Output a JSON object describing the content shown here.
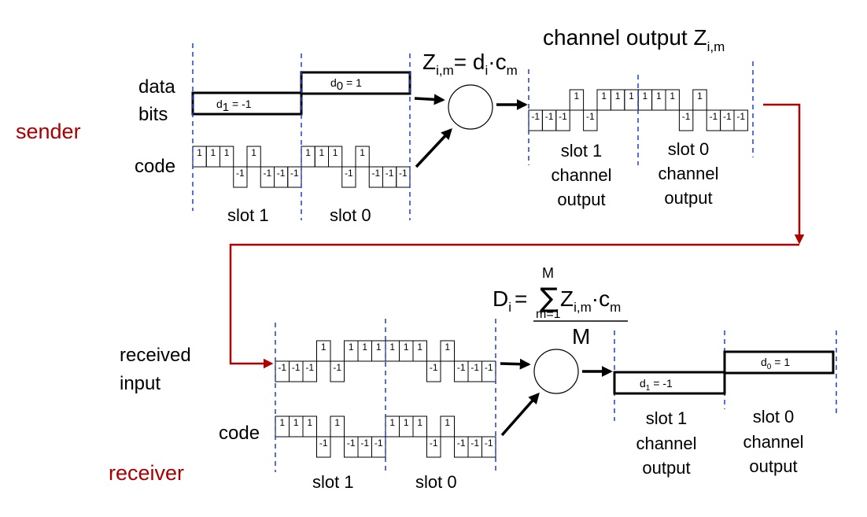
{
  "labels": {
    "sender": "sender",
    "receiver": "receiver",
    "data": "data",
    "bits": "bits",
    "code": "code",
    "received": "received",
    "input": "input",
    "slot1": "slot 1",
    "slot0": "slot 0",
    "channel_output_title": "channel output Z",
    "channel_output_sub": "i,m",
    "out_slot1": [
      "slot 1",
      "channel",
      "output"
    ],
    "out_slot0": [
      "slot 0",
      "channel",
      "output"
    ]
  },
  "formulas": {
    "encode": {
      "lhs": "Z",
      "lhs_sub": "i,m",
      "eq": "= d",
      "d_sub": "i",
      "dot": "·",
      "c": "c",
      "c_sub": "m"
    },
    "decode": {
      "lhs": "D",
      "lhs_sub": "i",
      "eq": "=",
      "sigma": "∑",
      "upper": "M",
      "lower": "m=1",
      "z": "Z",
      "z_sub": "i,m",
      "dot": "·",
      "c": "c",
      "c_sub": "m",
      "denominator": "M"
    }
  },
  "data_bits": {
    "d1": {
      "name": "d",
      "sub": "1",
      "text": " = -1",
      "value": -1
    },
    "d0": {
      "name": "d",
      "sub": "0",
      "text": " = 1",
      "value": 1
    }
  },
  "code": {
    "slot1": [
      1,
      1,
      1,
      -1,
      1,
      -1,
      -1,
      -1
    ],
    "slot0": [
      1,
      1,
      1,
      -1,
      1,
      -1,
      -1,
      -1
    ]
  },
  "channel_output": {
    "slot1": [
      -1,
      -1,
      -1,
      1,
      -1,
      1,
      1,
      1
    ],
    "slot0": [
      1,
      1,
      1,
      -1,
      1,
      -1,
      -1,
      -1
    ]
  },
  "colors": {
    "red": "#a80000",
    "dash_blue": "#1f3fcf"
  }
}
